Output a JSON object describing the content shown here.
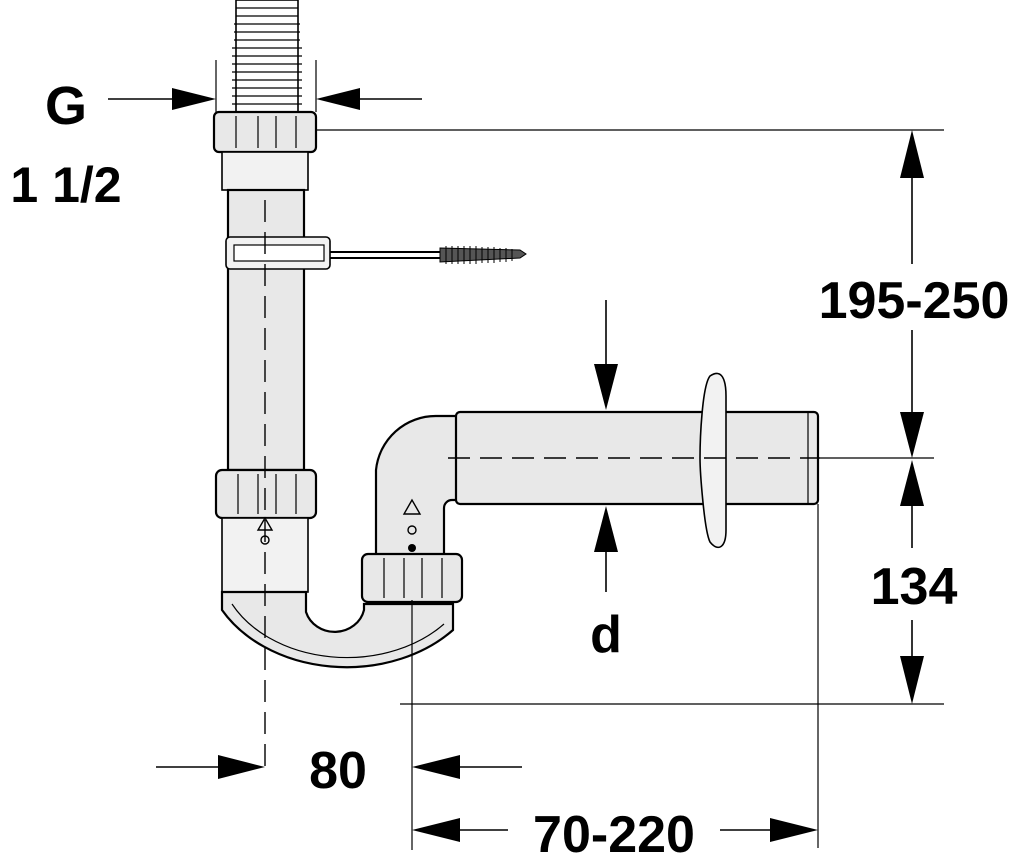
{
  "diagram": {
    "labels": {
      "thread_letter": "G",
      "thread_size": "1 1/2",
      "height_range": "195-250",
      "outlet_height": "134",
      "pipe_diameter": "d",
      "trap_offset": "80",
      "wall_distance": "70-220"
    },
    "colors": {
      "line": "#000000",
      "pipe_fill": "#e8e8e8",
      "background": "#ffffff"
    }
  }
}
